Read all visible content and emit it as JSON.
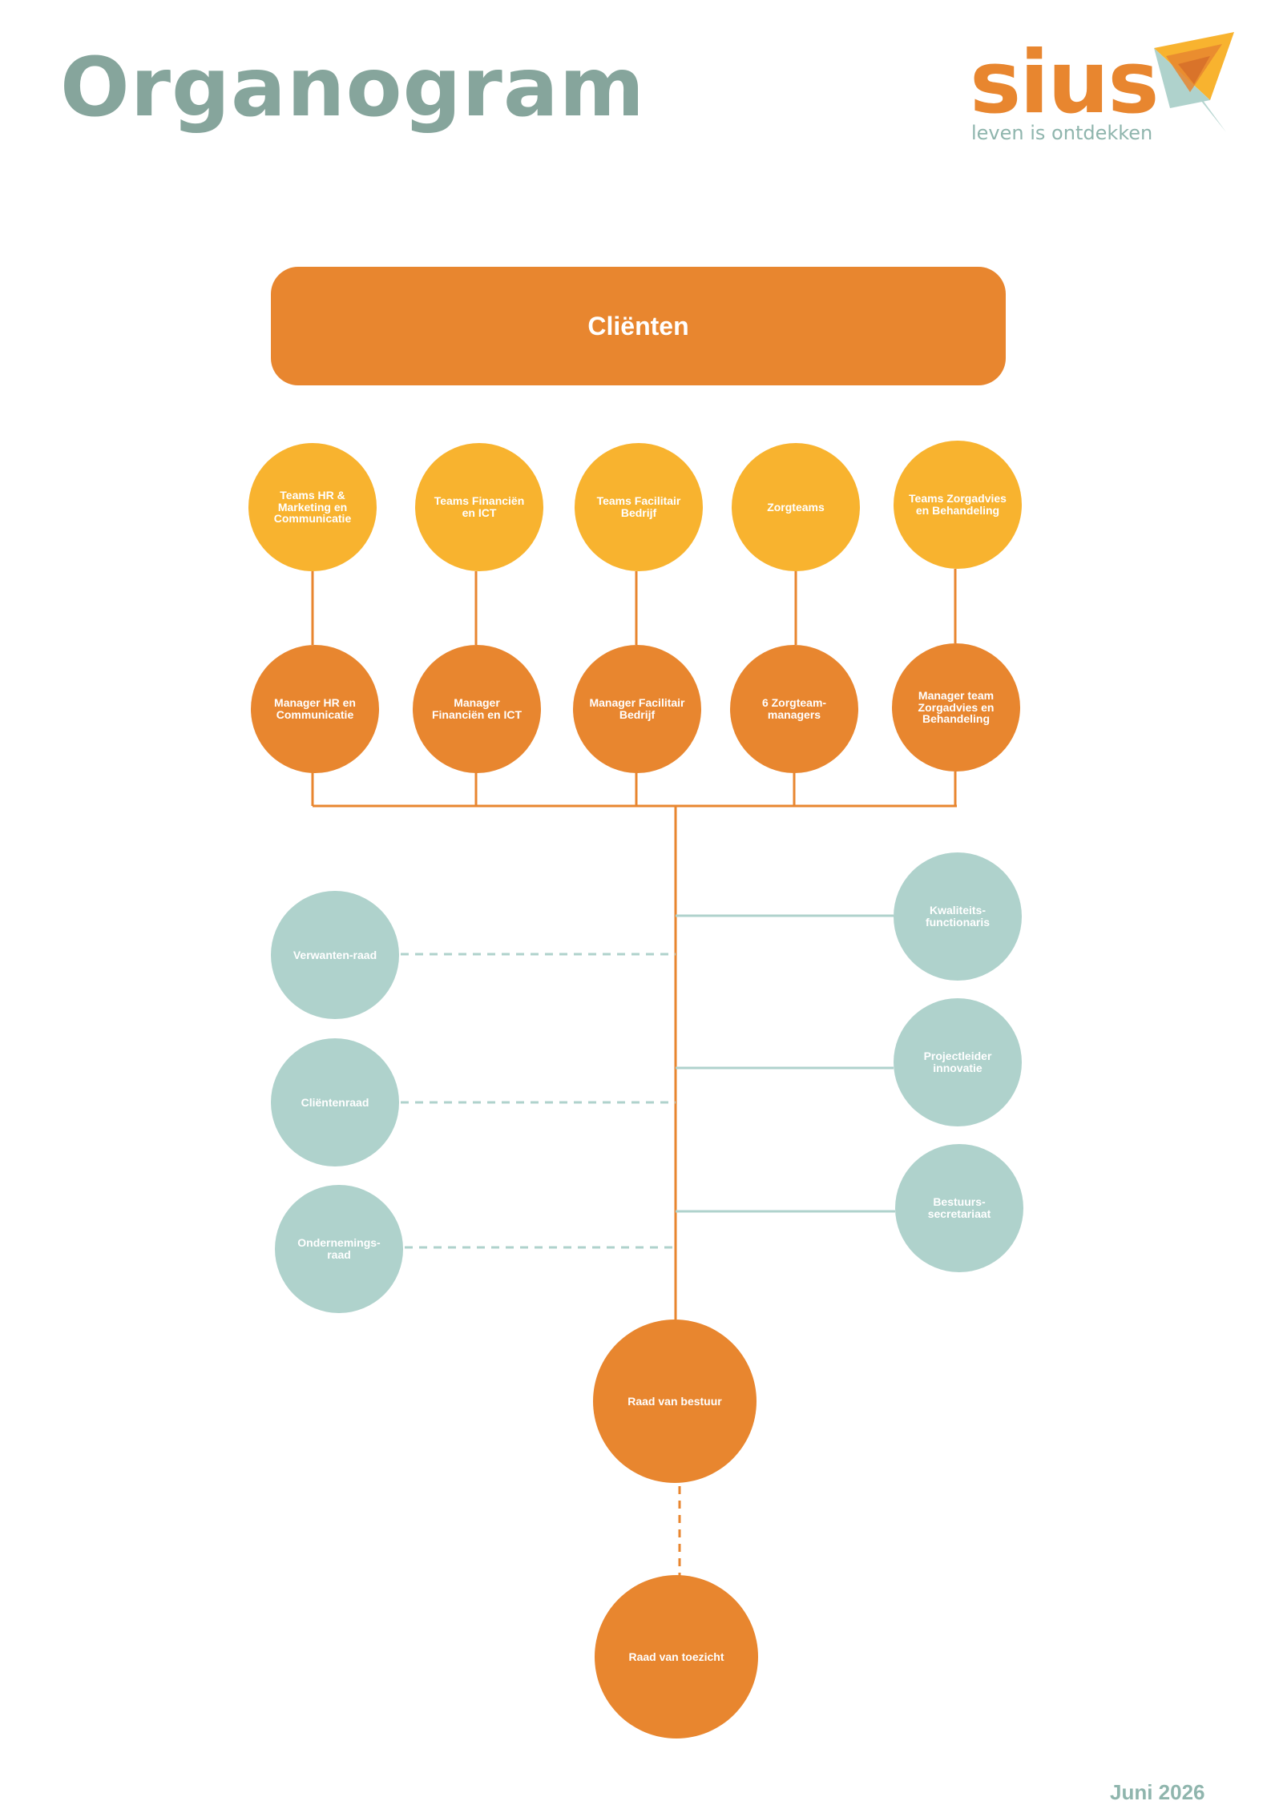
{
  "header": {
    "title": "Organogram",
    "logo_text": "sius",
    "logo_tagline": "leven is ontdekken"
  },
  "chart_title": "Cliënten",
  "teams": [
    "Teams HR & Marketing en Communicatie",
    "Teams Financiën en ICT",
    "Teams Facilitair Bedrijf",
    "Zorgteams",
    "Teams Zorgadvies en Behandeling"
  ],
  "managers": [
    "Manager HR en Communicatie",
    "Manager Financiën en ICT",
    "Manager Facilitair Bedrijf",
    "6 Zorgteam-managers",
    "Manager team Zorgadvies en Behandeling"
  ],
  "councils": [
    "Verwanten-raad",
    "Cliëntenraad",
    "Ondernemings-raad"
  ],
  "staff": [
    "Kwaliteits-functionaris",
    "Projectleider innovatie",
    "Bestuurs-secretariaat"
  ],
  "board": "Raad van bestuur",
  "supervisory": "Raad van toezicht",
  "footer_date": "Juni 2026",
  "colors": {
    "orange": "#e8862f",
    "yellow": "#f8b32f",
    "teal": "#afd2cc",
    "title_green": "#86a59c"
  }
}
